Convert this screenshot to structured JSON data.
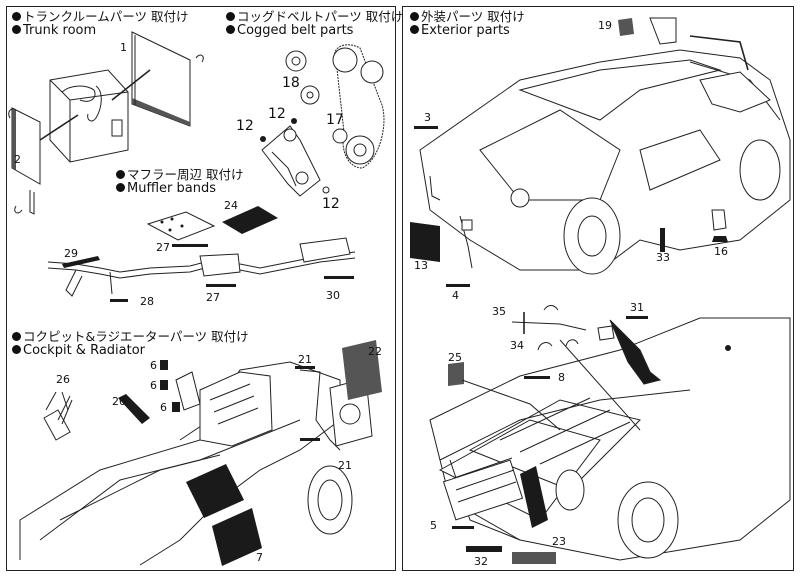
{
  "sections": {
    "trunk": {
      "jp": "トランクルームパーツ 取付け",
      "en": "Trunk room"
    },
    "cogged": {
      "jp": "コッグドベルトパーツ 取付け",
      "en": "Cogged belt parts"
    },
    "muffler": {
      "jp": "マフラー周辺 取付け",
      "en": "Muffler bands"
    },
    "cockpit": {
      "jp": "コクピット&ラジエーターパーツ 取付け",
      "en": "Cockpit & Radiator"
    },
    "exterior": {
      "jp": "外装パーツ 取付け",
      "en": "Exterior parts"
    }
  },
  "part_numbers": {
    "p1": "1",
    "p2": "2",
    "p12a": "12",
    "p12b": "12",
    "p12c": "12",
    "p18": "18",
    "p17": "17",
    "p24": "24",
    "p29": "29",
    "p28": "28",
    "p27a": "27",
    "p27b": "27",
    "p30": "30",
    "p26": "26",
    "p20": "20",
    "p6a": "6",
    "p6b": "6",
    "p6c": "6",
    "p21a": "21",
    "p21b": "21",
    "p22": "22",
    "p7": "7",
    "p19": "19",
    "p3": "3",
    "p13": "13",
    "p4": "4",
    "p33": "33",
    "p16": "16",
    "p35": "35",
    "p34": "34",
    "p31": "31",
    "p25": "25",
    "p8": "8",
    "p5": "5",
    "p32": "32",
    "p23": "23"
  }
}
